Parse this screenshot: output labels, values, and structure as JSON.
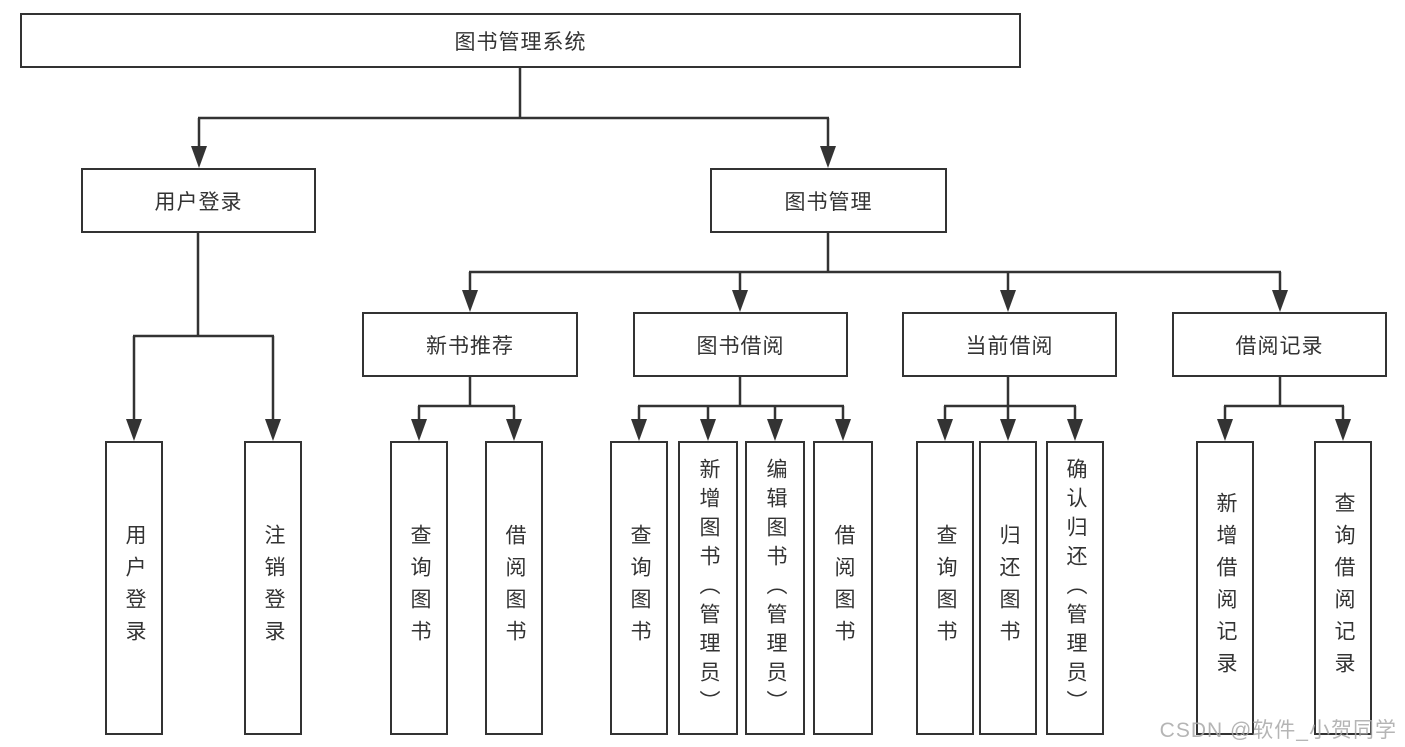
{
  "diagram": {
    "root": {
      "label": "图书管理系统"
    },
    "branches": [
      {
        "label": "用户登录"
      },
      {
        "label": "图书管理"
      }
    ],
    "modules": [
      {
        "label": "新书推荐"
      },
      {
        "label": "图书借阅"
      },
      {
        "label": "当前借阅"
      },
      {
        "label": "借阅记录"
      }
    ],
    "leaves": [
      {
        "label": "用户登录"
      },
      {
        "label": "注销登录"
      },
      {
        "label": "查询图书"
      },
      {
        "label": "借阅图书"
      },
      {
        "label": "查询图书"
      },
      {
        "label": "新增图书（管理员）"
      },
      {
        "label": "编辑图书（管理员）"
      },
      {
        "label": "借阅图书"
      },
      {
        "label": "查询图书"
      },
      {
        "label": "归还图书"
      },
      {
        "label": "确认归还（管理员）"
      },
      {
        "label": "新增借阅记录"
      },
      {
        "label": "查询借阅记录"
      }
    ]
  },
  "watermark": "CSDN @软件_小贺同学",
  "colors": {
    "line": "#333333",
    "text": "#333333",
    "background": "#ffffff",
    "watermark": "#a8a8a8"
  }
}
